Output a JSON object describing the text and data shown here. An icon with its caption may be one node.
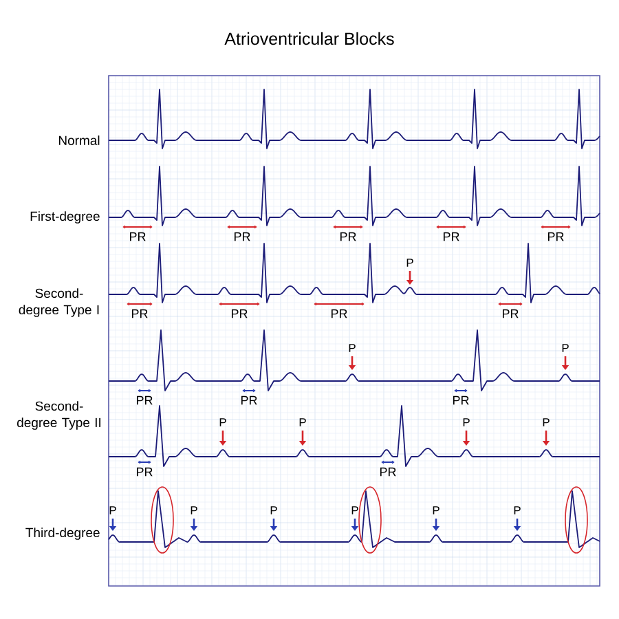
{
  "diagram": {
    "title": "Atrioventricular Blocks",
    "labels": [
      "Normal",
      "First-degree",
      "PR",
      "PR",
      "PR",
      "PR",
      "PR",
      "Second-degree Type I",
      "P",
      "PR",
      "PR",
      "PR",
      "PR",
      "P",
      "P",
      "PR",
      "PR",
      "PR",
      "Second-degree Type II",
      "P",
      "P",
      "P",
      "P",
      "PR",
      "PR",
      "Third-degree",
      "P",
      "P",
      "P",
      "P",
      "P",
      "P"
    ]
  }
}
